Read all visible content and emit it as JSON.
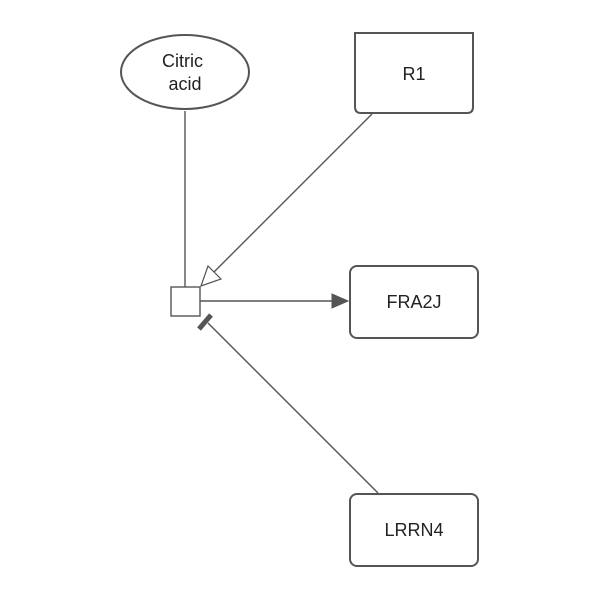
{
  "diagram": {
    "nodes": {
      "citric_acid": {
        "line1": "Citric",
        "line2": "acid"
      },
      "r1": {
        "label": "R1"
      },
      "fra2j": {
        "label": "FRA2J"
      },
      "lrrn4": {
        "label": "LRRN4"
      }
    },
    "edges": [
      {
        "from": "citric_acid",
        "to": "process",
        "type": "input"
      },
      {
        "from": "r1",
        "to": "process",
        "type": "catalysis"
      },
      {
        "from": "process",
        "to": "fra2j",
        "type": "production"
      },
      {
        "from": "lrrn4",
        "to": "process",
        "type": "inhibition"
      }
    ]
  }
}
